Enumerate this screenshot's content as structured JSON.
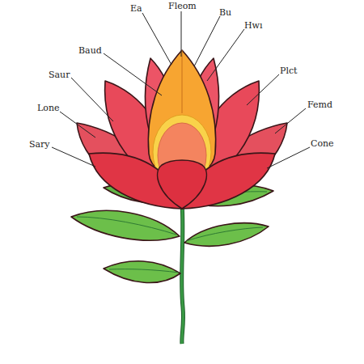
{
  "diagram": {
    "labels": [
      "Ea",
      "Fleom",
      "Bu",
      "Hwı",
      "Baud",
      "Saur",
      "Plct",
      "Lone",
      "Femd",
      "Cone",
      "Sary"
    ]
  }
}
